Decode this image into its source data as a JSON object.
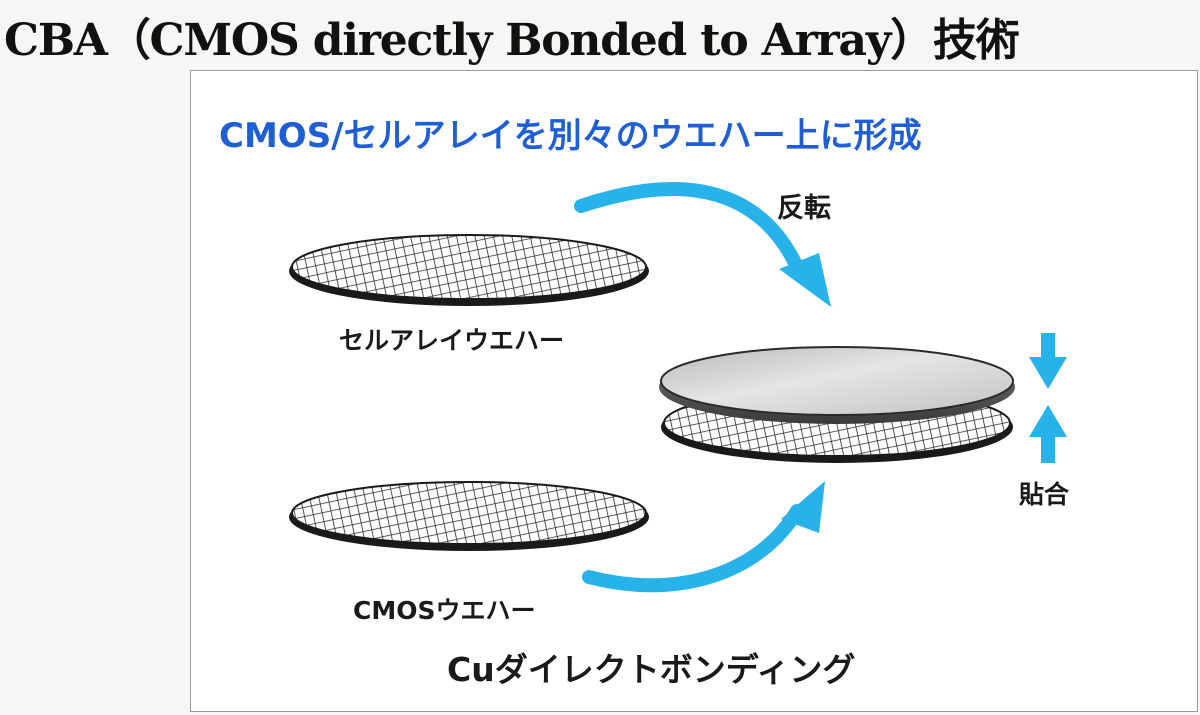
{
  "slide": {
    "title": "CBA（CMOS directly Bonded to Array）技術"
  },
  "figure": {
    "heading": "CMOS/セルアレイを別々のウエハー上に形成",
    "labels": {
      "flip": "反転",
      "cell_array_wafer": "セルアレイウエハー",
      "cmos_wafer": "CMOSウエハー",
      "bonding": "貼合",
      "caption": "Cuダイレクトボンディング"
    },
    "colors": {
      "heading": "#1f5fd6",
      "arrow": "#27b3ea",
      "wafer_mesh": "#2a2a2a",
      "bonded_top": "#c9c9c9"
    }
  }
}
